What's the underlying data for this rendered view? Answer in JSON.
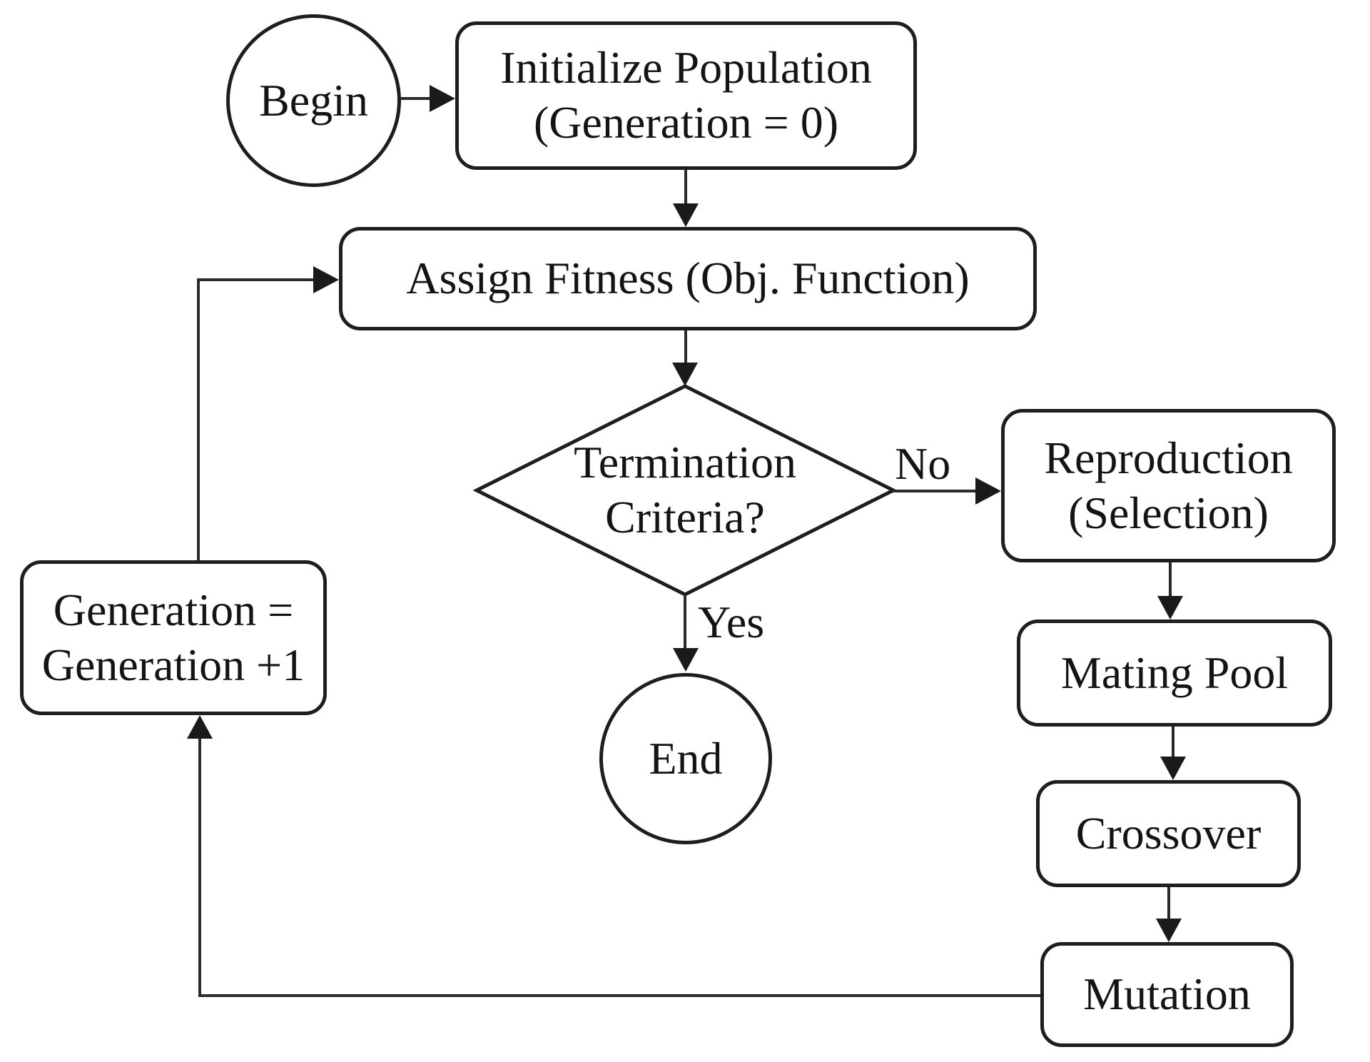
{
  "nodes": {
    "begin": "Begin",
    "initialize": "Initialize Population\n(Generation = 0)",
    "assign_fitness": "Assign Fitness (Obj. Function)",
    "termination": "Termination\nCriteria?",
    "reproduction": "Reproduction\n(Selection)",
    "mating_pool": "Mating Pool",
    "crossover": "Crossover",
    "mutation": "Mutation",
    "generation_increment": "Generation =\nGeneration +1",
    "end": "End"
  },
  "edge_labels": {
    "no": "No",
    "yes": "Yes"
  },
  "colors": {
    "background": "#ffffff",
    "line": "#1e1e1e",
    "text": "#141414"
  }
}
